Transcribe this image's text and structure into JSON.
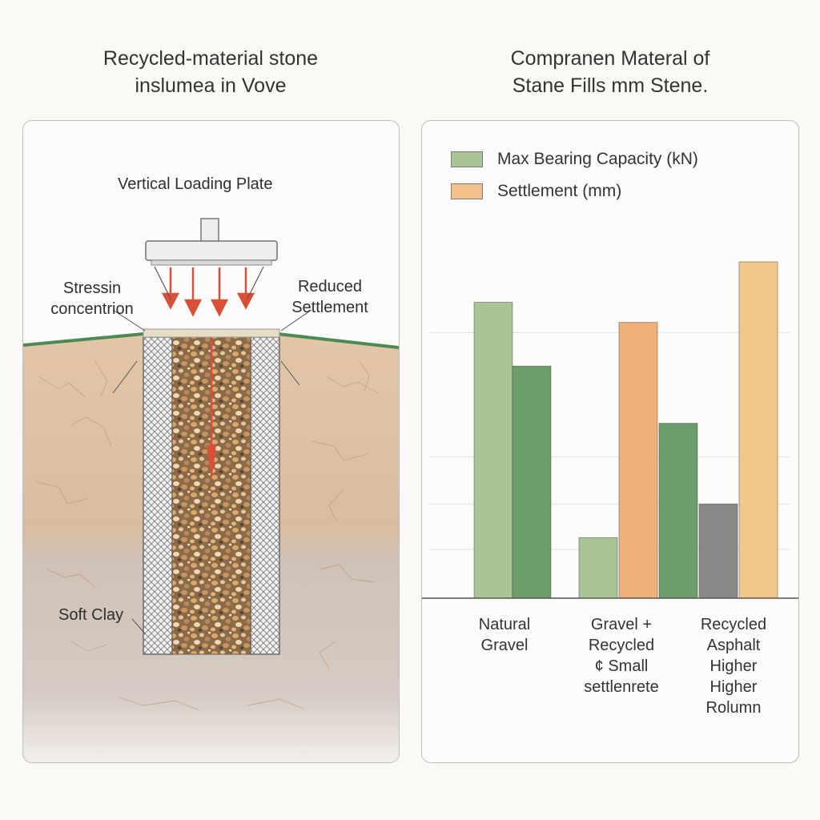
{
  "left_title": [
    "Recycled-material stone",
    "inslumea in Vove"
  ],
  "right_title": [
    "Compranen Materal of",
    "Stane Fills mm Stene."
  ],
  "diagram": {
    "plate_label": "Vertical Loading Plate",
    "stress_label": [
      "Stressin",
      "concentrion"
    ],
    "settlement_label": [
      "Reduced",
      "Settlement"
    ],
    "clay_label": "Soft Clay"
  },
  "colors": {
    "green_light": "#a9c495",
    "green_dark": "#6b9e6b",
    "orange": "#f0b07a",
    "orange_light": "#f2c88a",
    "gray": "#8a8886",
    "arrow_red": "#d94f38"
  },
  "legend": [
    {
      "label": "Max Bearing Capacity (kN)",
      "color": "#a9c495"
    },
    {
      "label": "Settlement (mm)",
      "color": "#f2c08a"
    }
  ],
  "chart_data": {
    "type": "bar",
    "categories": [
      [
        "Natural",
        "Gravel"
      ],
      [
        "Gravel +",
        "Recycled",
        "¢ Small",
        "settlenrete"
      ],
      [
        "Recycled",
        "Asphalt",
        "Higher",
        "Higher",
        "Rolumn"
      ]
    ],
    "ylim": [
      0,
      100
    ],
    "legend_position": "top-left",
    "grid": true,
    "bars": [
      {
        "group": 0,
        "slot": 0,
        "value": 88,
        "color": "#a9c495"
      },
      {
        "group": 0,
        "slot": 1,
        "value": 69,
        "color": "#6b9e6b"
      },
      {
        "group": 1,
        "slot": 0,
        "value": 18,
        "color": "#a9c495"
      },
      {
        "group": 1,
        "slot": 1,
        "value": 82,
        "color": "#f0b07a"
      },
      {
        "group": 1,
        "slot": 2,
        "value": 52,
        "color": "#6b9e6b"
      },
      {
        "group": 2,
        "slot": 0,
        "value": 28,
        "color": "#8a8886"
      },
      {
        "group": 2,
        "slot": 1,
        "value": 100,
        "color": "#f2c88a"
      }
    ]
  }
}
